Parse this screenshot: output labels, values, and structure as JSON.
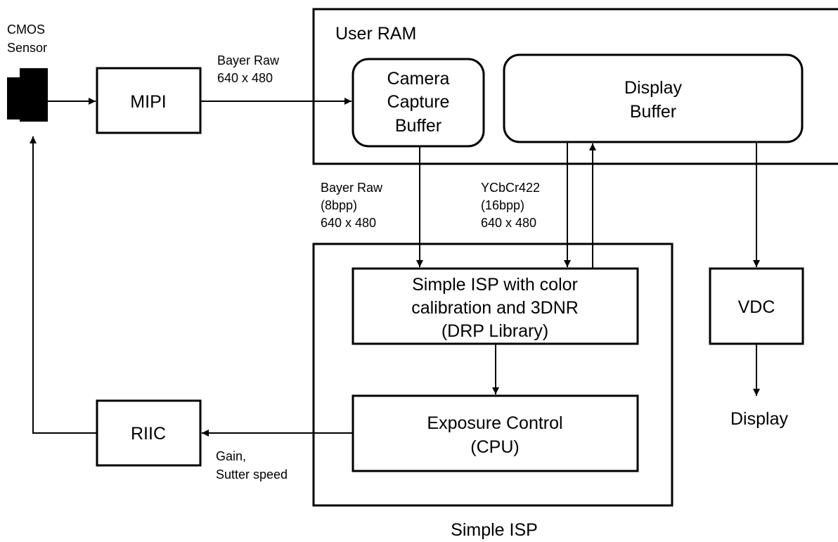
{
  "colors": {
    "stroke": "#000000",
    "background": "#ffffff"
  },
  "sensor": {
    "label_line1": "CMOS",
    "label_line2": "Sensor",
    "icon": "camera-sensor-icon"
  },
  "blocks": {
    "mipi": "MIPI",
    "riic": "RIIC",
    "vdc": "VDC",
    "user_ram": "User RAM",
    "camera_capture_buffer": [
      "Camera",
      "Capture",
      "Buffer"
    ],
    "display_buffer": [
      "Display",
      "Buffer"
    ],
    "simple_isp_block": [
      "Simple ISP with color",
      "calibration and 3DNR",
      "(DRP Library)"
    ],
    "exposure_control": [
      "Exposure Control",
      "(CPU)"
    ],
    "simple_isp_group": "Simple ISP"
  },
  "annotations": {
    "mipi_to_buffer": [
      "Bayer Raw",
      "640 x 480"
    ],
    "buffer_to_isp": [
      "Bayer Raw",
      "(8bpp)",
      "640 x 480"
    ],
    "isp_to_display_buffer": [
      "YCbCr422",
      "(16bpp)",
      "640 x 480"
    ],
    "exposure_to_riic": [
      "Gain,",
      "Sutter speed"
    ],
    "output": "Display"
  }
}
